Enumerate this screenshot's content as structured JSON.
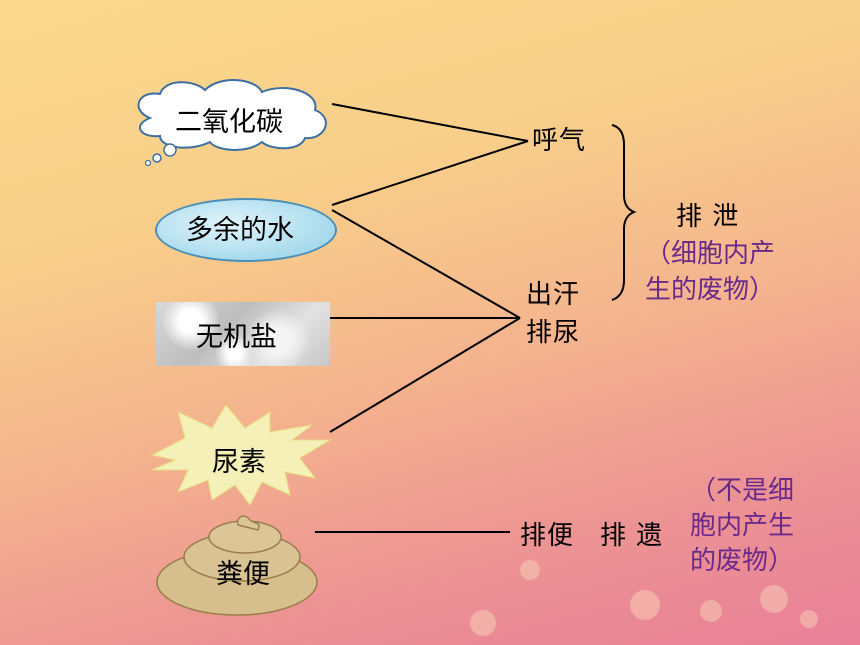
{
  "sources": {
    "co2": "二氧化碳",
    "water": "多余的水",
    "salt": "无机盐",
    "urea": "尿素",
    "feces": "粪便"
  },
  "routes": {
    "breath": "呼气",
    "sweat": "出汗",
    "urine": "排尿",
    "defecation": "排便"
  },
  "categories": {
    "excretion": "排 泄",
    "excretion_note_line1": "（细胞内产",
    "excretion_note_line2": "生的废物）",
    "egestion": "排 遗",
    "egestion_note_line1": "（不是细",
    "egestion_note_line2": "胞内产生",
    "egestion_note_line3": "的废物）"
  },
  "colors": {
    "note_purple": "#6a2a8a",
    "line": "#000000"
  }
}
